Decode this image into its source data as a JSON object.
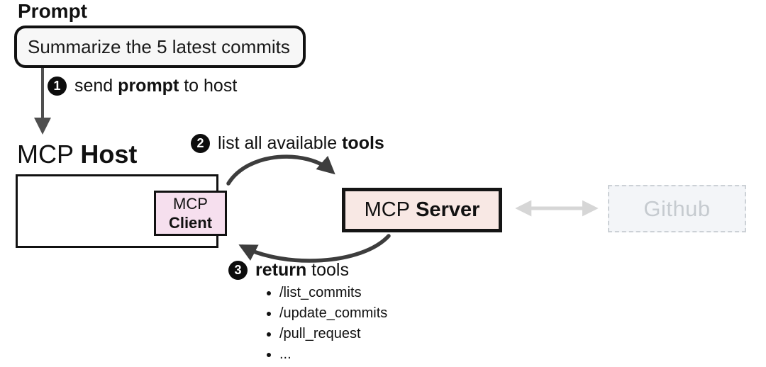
{
  "colors": {
    "ink": "#111111",
    "arrow-dark": "#3d3d3d",
    "arrow-down": "#4f4f4f",
    "arrow-gray": "#d6d6d6",
    "prompt-box-bg": "#f7f7f7",
    "client-box-bg": "#f6dfee",
    "server-box-bg": "#f8e8e4",
    "github-bg": "#f3f5f8",
    "github-border": "#ccd1d6",
    "github-text": "#c6cbd0"
  },
  "prompt": {
    "heading": "Prompt",
    "message": "Summarize the 5 latest commits"
  },
  "steps": {
    "one": {
      "num": "1",
      "pre": "send ",
      "bold": "prompt",
      "post": " to host"
    },
    "two": {
      "num": "2",
      "pre": "list all available ",
      "bold": "tools",
      "post": ""
    },
    "three": {
      "num": "3",
      "pre": "",
      "bold": "return",
      "post": " tools"
    }
  },
  "host": {
    "name_regular": "MCP",
    "name_bold": "Host"
  },
  "client": {
    "line1": "MCP",
    "line2": "Client"
  },
  "server": {
    "name_regular": "MCP",
    "name_bold": "Server"
  },
  "github": {
    "label": "Github"
  },
  "tools": {
    "items": [
      "/list_commits",
      "/update_commits",
      "/pull_request",
      "..."
    ]
  }
}
